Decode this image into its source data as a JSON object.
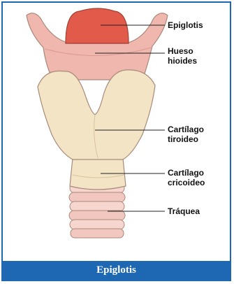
{
  "labels": {
    "epiglottis": "Epiglotis",
    "hyoid": "Hueso\nhioides",
    "thyroid": "Cartílago\ntiroideo",
    "cricoid": "Cartílago\ncricoideo",
    "trachea": "Tráquea"
  },
  "caption": "Epiglotis",
  "colors": {
    "frame": "#1d67b3",
    "epiglottis": "#e25a4a",
    "hyoid": "#efb7ae",
    "cartilage": "#f3e4c6",
    "trachea_ring": "#f2c7c0"
  }
}
